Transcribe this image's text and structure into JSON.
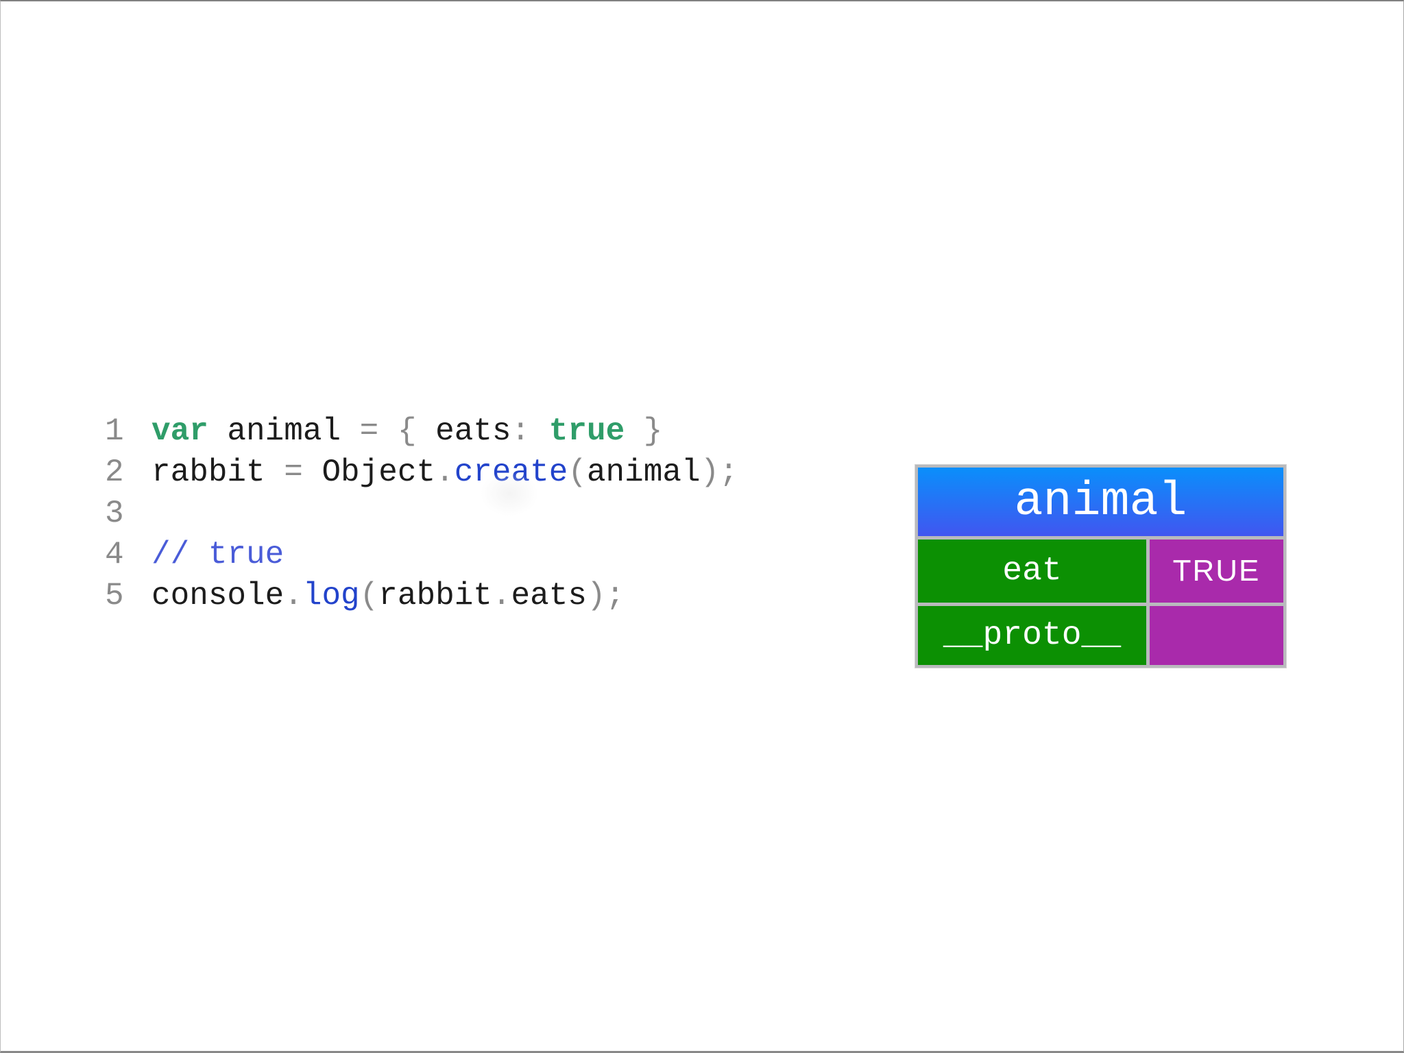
{
  "page": {
    "background": "#ffffff",
    "frame_border_color": "#8d8d8d"
  },
  "code": {
    "colors": {
      "keyword": "#2f9d69",
      "function": "#2243cb",
      "comment": "#4a5cd8",
      "punctuation": "#8a8a8a",
      "text": "#1c1c1c",
      "line_number": "#8a8a8a"
    },
    "lines": [
      {
        "number": "1",
        "tokens": [
          [
            "kw",
            "var"
          ],
          [
            "tx",
            " animal "
          ],
          [
            "pun",
            "="
          ],
          [
            "tx",
            " "
          ],
          [
            "pun",
            "{"
          ],
          [
            "tx",
            " eats"
          ],
          [
            "pun",
            ":"
          ],
          [
            "tx",
            " "
          ],
          [
            "kw",
            "true"
          ],
          [
            "tx",
            " "
          ],
          [
            "pun",
            "}"
          ]
        ]
      },
      {
        "number": "2",
        "tokens": [
          [
            "tx",
            "rabbit "
          ],
          [
            "pun",
            "="
          ],
          [
            "tx",
            " Object"
          ],
          [
            "pun",
            "."
          ],
          [
            "fn",
            "create"
          ],
          [
            "pun",
            "("
          ],
          [
            "tx",
            "animal"
          ],
          [
            "pun",
            ");"
          ]
        ]
      },
      {
        "number": "3",
        "tokens": []
      },
      {
        "number": "4",
        "tokens": [
          [
            "cm",
            "// true"
          ]
        ]
      },
      {
        "number": "5",
        "tokens": [
          [
            "tx",
            "console"
          ],
          [
            "pun",
            "."
          ],
          [
            "fn",
            "log"
          ],
          [
            "pun",
            "("
          ],
          [
            "tx",
            "rabbit"
          ],
          [
            "pun",
            "."
          ],
          [
            "tx",
            "eats"
          ],
          [
            "pun",
            ");"
          ]
        ]
      }
    ]
  },
  "diagram": {
    "title": "animal",
    "colors": {
      "header_gradient_top": "#0a8ffb",
      "header_gradient_bottom": "#4156f0",
      "key_cell": "#0c9003",
      "value_cell": "#a92aab",
      "frame": "#b9babd"
    },
    "rows": [
      {
        "key": "eat",
        "value": "TRUE"
      },
      {
        "key": "__proto__",
        "value": ""
      }
    ]
  }
}
